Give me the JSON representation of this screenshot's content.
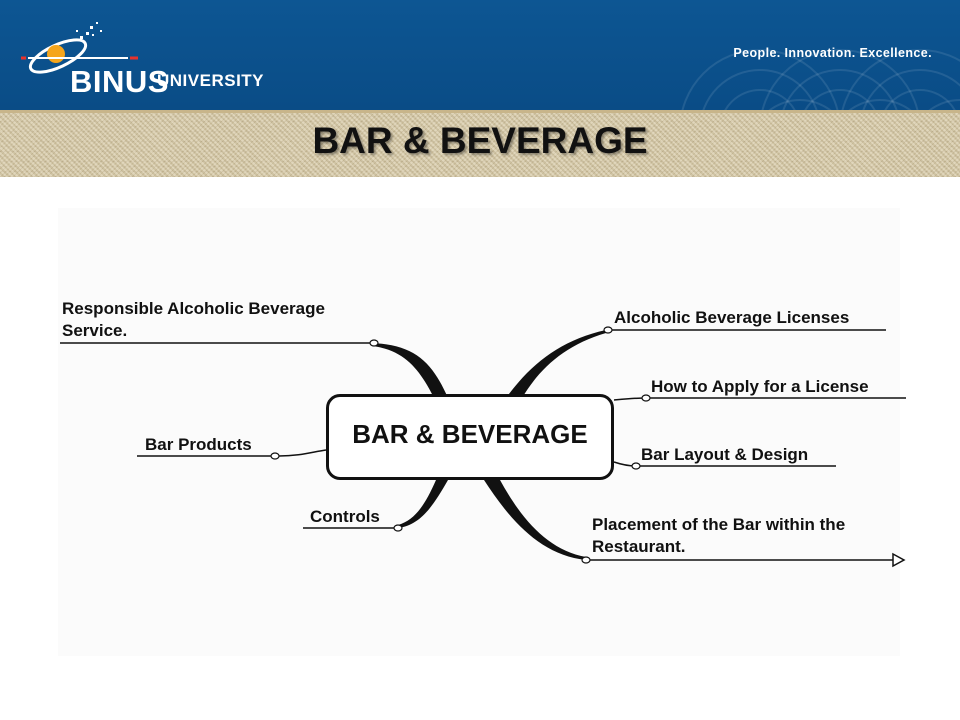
{
  "header": {
    "logo_primary": "BINUS",
    "logo_secondary": "UNIVERSITY",
    "tagline": "People. Innovation. Excellence."
  },
  "slide": {
    "title": "BAR & BEVERAGE"
  },
  "mindmap": {
    "center": "BAR & BEVERAGE",
    "branches": [
      {
        "label_line1": "Responsible Alcoholic Beverage",
        "label_line2": "Service."
      },
      {
        "label_line1": "Bar Products"
      },
      {
        "label_line1": "Controls"
      },
      {
        "label_line1": "Alcoholic Beverage Licenses"
      },
      {
        "label_line1": "How to Apply for a License"
      },
      {
        "label_line1": "Bar Layout & Design"
      },
      {
        "label_line1": "Placement of the Bar within the",
        "label_line2": "Restaurant."
      }
    ]
  },
  "colors": {
    "header_blue": "#0b5390",
    "band_tan": "#d6c8a4",
    "text": "#111111"
  }
}
